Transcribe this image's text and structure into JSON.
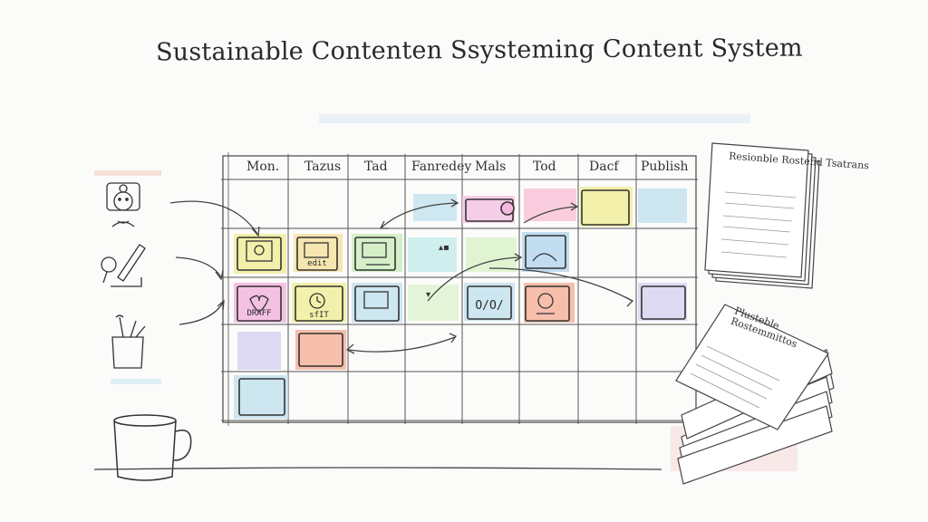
{
  "title": "Sustainable Contenten Ssysteming Content System",
  "calendar": {
    "days": [
      "Mon.",
      "Tazus",
      "Tad",
      "Fanredey",
      "Mals",
      "Tod",
      "Dacf",
      "Publish"
    ]
  },
  "cards": {
    "draft_label": "DRAFF",
    "edit_label": "edit",
    "text_label": "O/O/",
    "edit_label_2": "sfIT"
  },
  "documents": {
    "top_doc_title": "Resionble Rostend Tsatrans",
    "bottom_doc_title": "Plusteble Rostemmittos"
  },
  "colors": {
    "yellow": "#f1ef9e",
    "green": "#cfeec1",
    "blue": "#c5e3ee",
    "pink": "#f5b8df",
    "lavender": "#d9d4f2",
    "salmon": "#f6b49e",
    "ink": "#333333"
  }
}
